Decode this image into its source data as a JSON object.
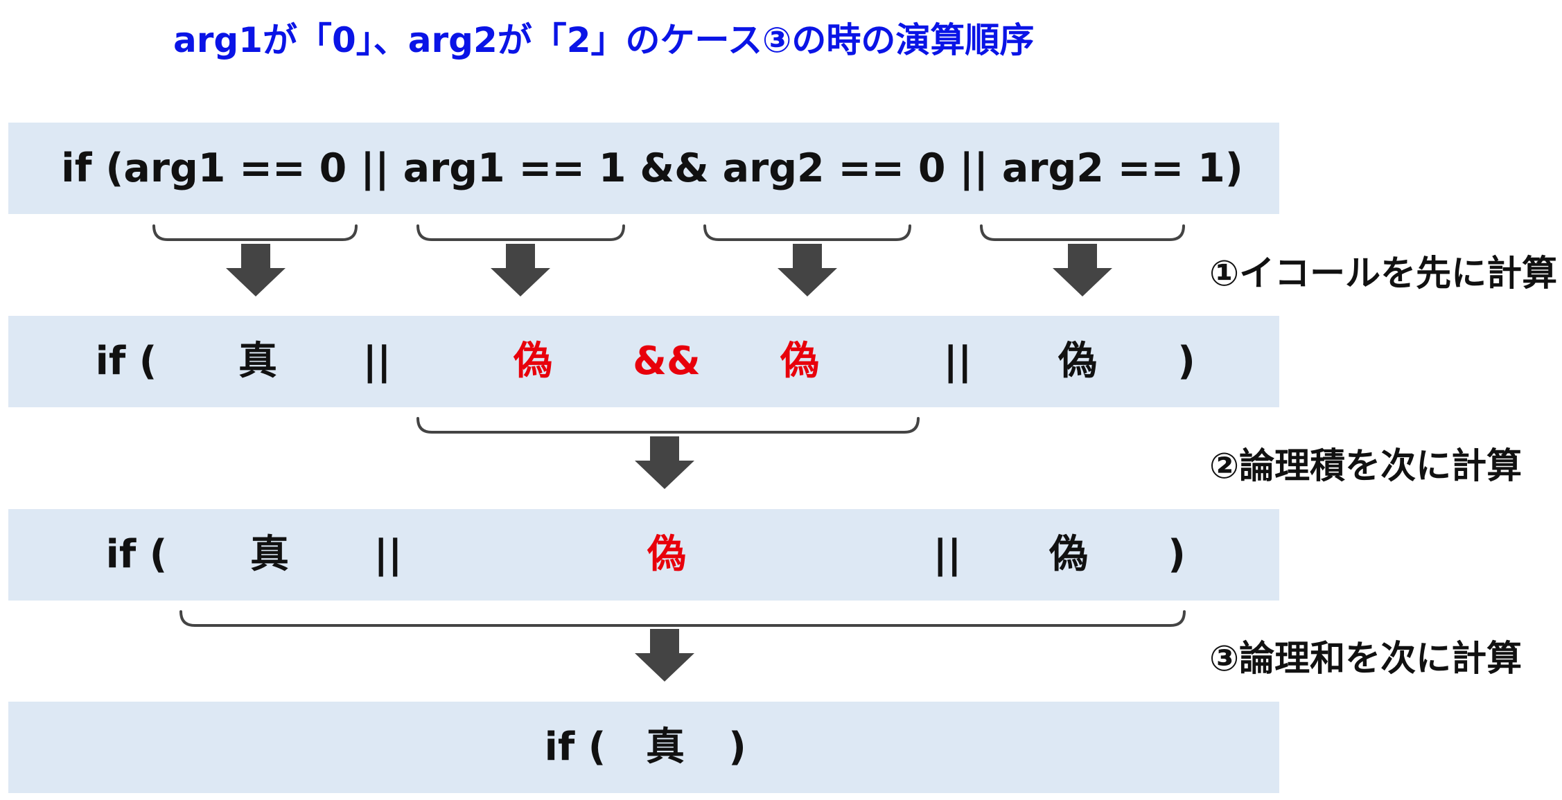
{
  "title": "arg1が「0」、arg2が「2」のケース③の時の演算順序",
  "rows": [
    {
      "expression": "if (arg1 == 0 || arg1 == 1 && arg2 == 0 || arg2 == 1)"
    },
    {
      "open": "if (",
      "t1": "真",
      "op1": "||",
      "t2": "偽",
      "op2": "&&",
      "t3": "偽",
      "op3": "||",
      "t4": "偽",
      "close": ")"
    },
    {
      "open": "if (",
      "t1": "真",
      "op1": "||",
      "t2": "偽",
      "op3": "||",
      "t4": "偽",
      "close": ")"
    },
    {
      "open": "if (",
      "t1": "真",
      "close": ")"
    }
  ],
  "steps": [
    "①イコールを先に計算",
    "②論理積を次に計算",
    "③論理和を次に計算"
  ],
  "colors": {
    "title": "#0a14e6",
    "false_highlight": "#e8000b",
    "band": "#dde8f4",
    "arrow": "#444444"
  }
}
